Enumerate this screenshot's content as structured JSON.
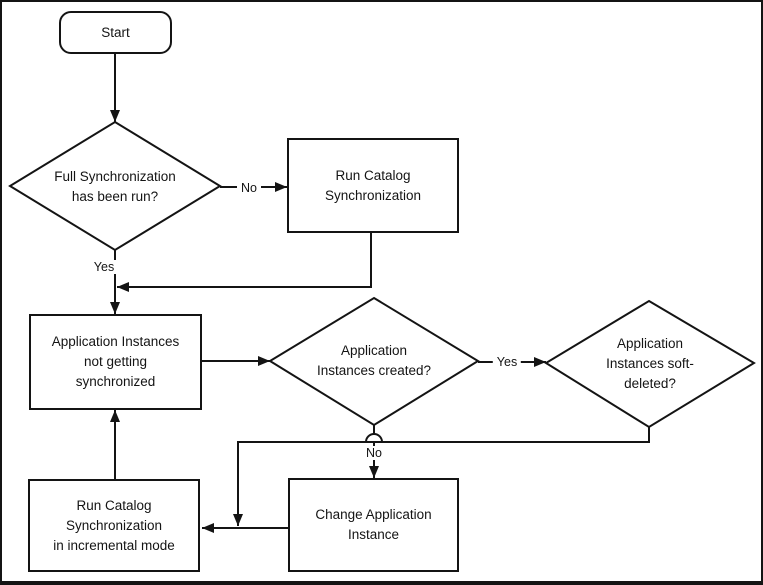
{
  "colors": {
    "background": "#ffffff",
    "line": "#141414",
    "text": "#141414"
  },
  "nodes": {
    "start": {
      "type": "terminator",
      "label": "Start"
    },
    "full_sync_decision": {
      "type": "decision",
      "lines": [
        "Full Synchronization",
        "has been run?"
      ]
    },
    "run_catalog_sync": {
      "type": "process",
      "lines": [
        "Run Catalog",
        "Synchronization"
      ]
    },
    "app_instances_not_synced": {
      "type": "process",
      "lines": [
        "Application Instances",
        "not getting",
        "synchronized"
      ]
    },
    "instances_created_decision": {
      "type": "decision",
      "lines": [
        "Application",
        "Instances created?"
      ]
    },
    "instances_soft_deleted_decision": {
      "type": "decision",
      "lines": [
        "Application",
        "Instances soft-",
        "deleted?"
      ]
    },
    "change_app_instance": {
      "type": "process",
      "lines": [
        "Change Application",
        "Instance"
      ]
    },
    "run_incremental_sync": {
      "type": "process",
      "lines": [
        "Run Catalog",
        "Synchronization",
        "in incremental mode"
      ]
    }
  },
  "edge_labels": {
    "full_sync_no": "No",
    "full_sync_yes": "Yes",
    "instances_created_yes": "Yes",
    "instances_created_no": "No"
  }
}
